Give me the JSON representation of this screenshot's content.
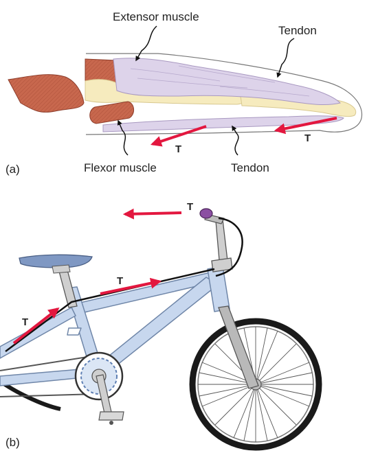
{
  "panel_a": {
    "panel_label": "(a)",
    "labels": {
      "extensor_muscle": "Extensor muscle",
      "tendon_top": "Tendon",
      "flexor_muscle": "Flexor muscle",
      "tendon_bottom": "Tendon"
    },
    "tension_labels": [
      "T",
      "T"
    ]
  },
  "panel_b": {
    "panel_label": "(b)",
    "tension_labels": [
      "T",
      "T",
      "T"
    ]
  },
  "colors": {
    "tension_arrow": "#e3173f",
    "muscle": "#c8684e",
    "tendon": "#ddd3ea",
    "bone": "#f6ebbe",
    "bike_frame": "#c7d7ee",
    "seat": "#7f98c3",
    "cable": "#111111",
    "grip": "#8b4fa2"
  }
}
